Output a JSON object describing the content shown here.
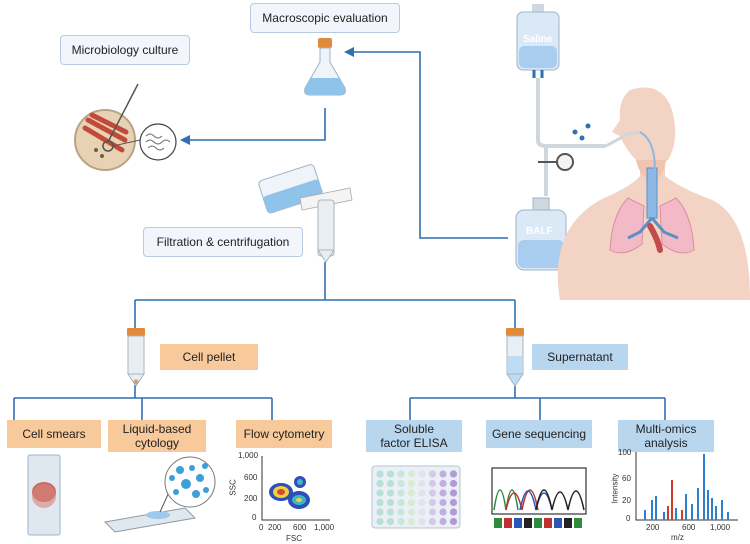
{
  "colors": {
    "connector": "#2f6fb2",
    "orange": "#f7c99b",
    "light_blue": "#b9d6ef",
    "box_outline": "#b8c9e3"
  },
  "boxes": {
    "macroscopic": "Macroscopic evaluation",
    "microbiology": "Microbiology culture",
    "filtration": "Filtration & centrifugation",
    "cell_pellet": "Cell pellet",
    "supernatant": "Supernatant",
    "cell_smears": "Cell smears",
    "liquid_based": "Liquid-based cytology",
    "flow": "Flow cytometry",
    "soluble": "Soluble factor ELISA",
    "gene": "Gene sequencing",
    "multiomics": "Multi-omics analysis"
  },
  "bags": {
    "saline": "Saline",
    "balf": "BALF"
  },
  "flow_plot": {
    "y_label": "SSC",
    "x_label": "FSC",
    "y_ticks": [
      "1,000",
      "600",
      "200",
      "0"
    ],
    "x_ticks": [
      "0",
      "200",
      "600",
      "1,000"
    ]
  },
  "ms_plot": {
    "y_label": "Intensity",
    "x_label": "m/z",
    "y_ticks": [
      "100",
      "60",
      "20",
      "0"
    ],
    "x_ticks": [
      "200",
      "600",
      "1,000"
    ]
  }
}
